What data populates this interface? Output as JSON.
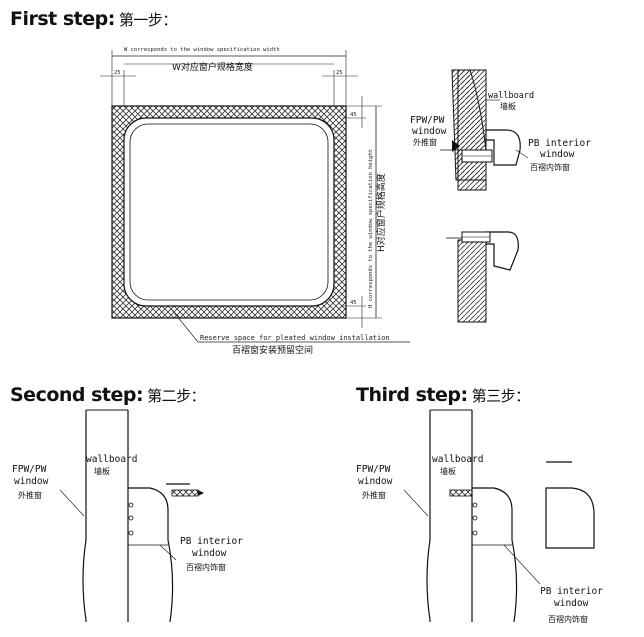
{
  "step1": {
    "title": "First step:",
    "cn": "第一步："
  },
  "step2": {
    "title": "Second step:",
    "cn": "第二步："
  },
  "step3": {
    "title": "Third step:",
    "cn": "第三步："
  },
  "frame": {
    "width_en": "W corresponds to the window specification width",
    "width_cn": "W对应窗户规格宽度",
    "height_en": "H corresponds to the window specification height",
    "height_cn": "H对应窗户规格高度",
    "reserve_en": "Reserve space for pleated window installation",
    "reserve_cn": "百褶窗安装预留空间",
    "margin_mark": "25",
    "margin_mark_small": "45"
  },
  "labels": {
    "wallboard_en": "wallboard",
    "wallboard_cn": "墙板",
    "fpw_en_1": "FPW/PW",
    "fpw_en_2": "window",
    "fpw_cn": "外推窗",
    "pb_en_1": "PB interior",
    "pb_en_2": "window",
    "pb_cn": "百褶内饰窗"
  }
}
